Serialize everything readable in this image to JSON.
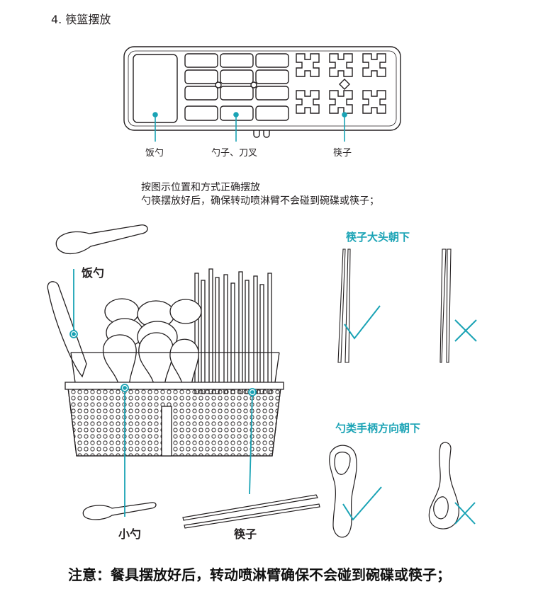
{
  "section": {
    "number": "4.",
    "title": "筷篮摆放"
  },
  "top_diagram": {
    "labels": {
      "rice_scoop": "饭勺",
      "spoon_knife_fork": "勺子、刀叉",
      "chopsticks": "筷子"
    },
    "slot_marks": {
      "spoon": "勺子",
      "knife_fork": "刀叉",
      "chopsticks": "筷子"
    }
  },
  "instructions": [
    "按图示位置和方式正确摆放",
    "勺筷摆放好后，确保转动喷淋臂不会碰到碗碟或筷子；"
  ],
  "basket_illustration": {
    "labels": {
      "rice_scoop": "饭勺",
      "small_spoon": "小勺",
      "chopsticks": "筷子"
    }
  },
  "chopstick_rule": {
    "title": "筷子大头朝下",
    "correct_mark": "check",
    "wrong_mark": "cross"
  },
  "spoon_rule": {
    "title": "勺类手柄方向朝下",
    "correct_mark": "check",
    "wrong_mark": "cross"
  },
  "footer_note": "注意：餐具摆放好后，转动喷淋臂确保不会碰到碗碟或筷子；",
  "colors": {
    "accent": "#1aa3b5",
    "line": "#231f20"
  }
}
